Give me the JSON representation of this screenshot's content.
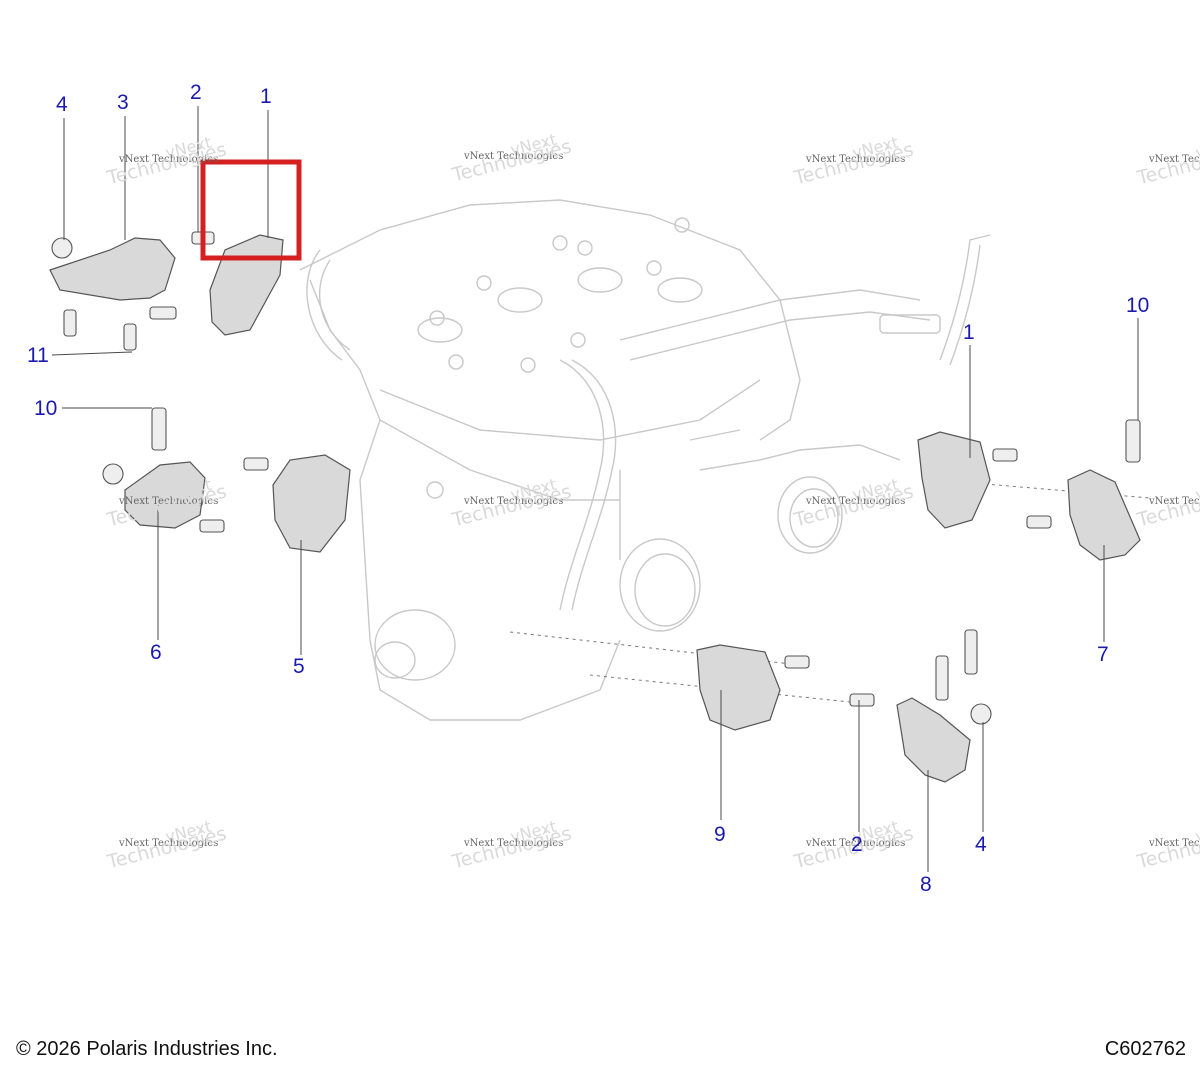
{
  "footer": {
    "copyright": "© 2026 Polaris Industries Inc.",
    "drawing_id": "C602762"
  },
  "watermark": {
    "small_text": "vNext Technologies",
    "large_text": "Technologies",
    "top_text": "vNext"
  },
  "callouts": [
    "4",
    "3",
    "2",
    "1",
    "11",
    "10",
    "6",
    "5",
    "1",
    "10",
    "7",
    "9",
    "2",
    "4",
    "8"
  ],
  "highlight_color": "#d42020",
  "callout_color": "#1a1ab0"
}
